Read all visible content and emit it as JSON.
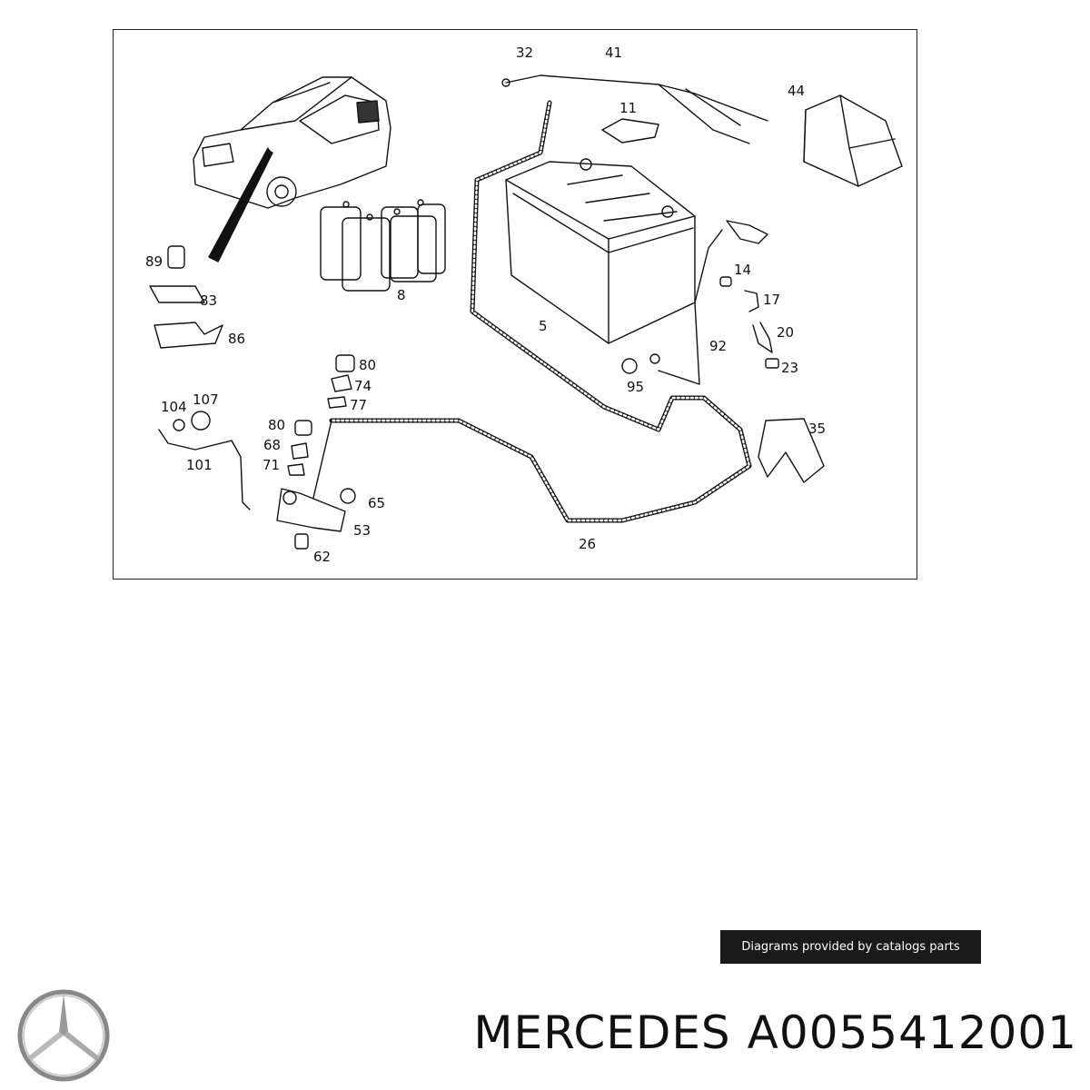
{
  "diagram": {
    "callouts": [
      {
        "id": "c32",
        "text": "32"
      },
      {
        "id": "c41",
        "text": "41"
      },
      {
        "id": "c44",
        "text": "44"
      },
      {
        "id": "c11",
        "text": "11"
      },
      {
        "id": "c89",
        "text": "89"
      },
      {
        "id": "c83",
        "text": "83"
      },
      {
        "id": "c86",
        "text": "86"
      },
      {
        "id": "c8",
        "text": "8"
      },
      {
        "id": "c5",
        "text": "5"
      },
      {
        "id": "c14",
        "text": "14"
      },
      {
        "id": "c17",
        "text": "17"
      },
      {
        "id": "c20",
        "text": "20"
      },
      {
        "id": "c92",
        "text": "92"
      },
      {
        "id": "c23",
        "text": "23"
      },
      {
        "id": "c95",
        "text": "95"
      },
      {
        "id": "c80a",
        "text": "80"
      },
      {
        "id": "c74",
        "text": "74"
      },
      {
        "id": "c77",
        "text": "77"
      },
      {
        "id": "c104",
        "text": "104"
      },
      {
        "id": "c107",
        "text": "107"
      },
      {
        "id": "c80b",
        "text": "80"
      },
      {
        "id": "c68",
        "text": "68"
      },
      {
        "id": "c71",
        "text": "71"
      },
      {
        "id": "c101",
        "text": "101"
      },
      {
        "id": "c65",
        "text": "65"
      },
      {
        "id": "c53",
        "text": "53"
      },
      {
        "id": "c62",
        "text": "62"
      },
      {
        "id": "c35",
        "text": "35"
      },
      {
        "id": "c26",
        "text": "26"
      }
    ]
  },
  "credit": {
    "text": "Diagrams provided by catalogs parts"
  },
  "brand": {
    "name": "MERCEDES",
    "part_number": "A0055412001",
    "logo_icon": "mercedes-star-icon"
  },
  "colors": {
    "ink": "#111111",
    "credit_bg": "#1a1a1a"
  }
}
